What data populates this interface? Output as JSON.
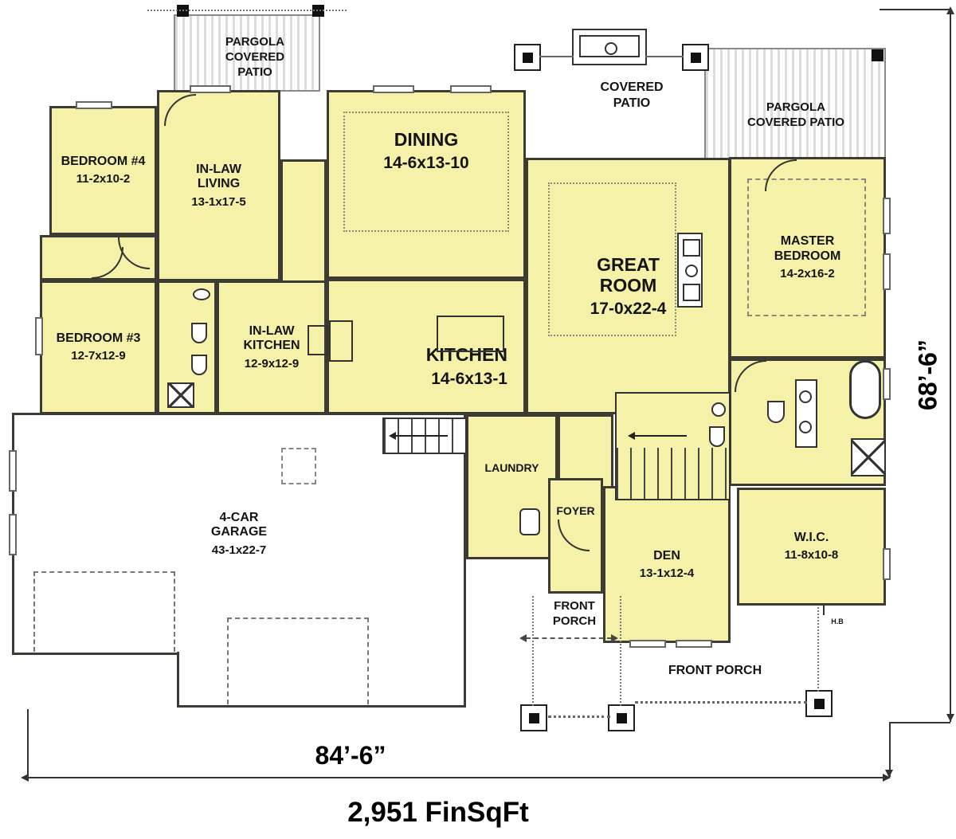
{
  "plan": {
    "rooms": [
      {
        "name": "BEDROOM #4",
        "dims": "11-2x10-2"
      },
      {
        "name": "IN-LAW LIVING",
        "dims": "13-1x17-5"
      },
      {
        "name": "DINING",
        "dims": "14-6x13-10"
      },
      {
        "name": "GREAT ROOM",
        "dims": "17-0x22-4"
      },
      {
        "name": "MASTER BEDROOM",
        "dims": "14-2x16-2"
      },
      {
        "name": "BEDROOM #3",
        "dims": "12-7x12-9"
      },
      {
        "name": "IN-LAW KITCHEN",
        "dims": "12-9x12-9"
      },
      {
        "name": "KITCHEN",
        "dims": "14-6x13-1"
      },
      {
        "name": "LAUNDRY"
      },
      {
        "name": "FOYER"
      },
      {
        "name": "4-CAR GARAGE",
        "dims": "43-1x22-7"
      },
      {
        "name": "DEN",
        "dims": "13-1x12-4"
      },
      {
        "name": "W.I.C.",
        "dims": "11-8x10-8"
      }
    ],
    "outdoor": {
      "pargola_left": "PARGOLA COVERED PATIO",
      "covered_patio": "COVERED PATIO",
      "pargola_right": "PARGOLA COVERED PATIO",
      "front_porch_small": "FRONT PORCH",
      "front_porch_main": "FRONT PORCH",
      "hose_bib": "H.B"
    },
    "dimensions": {
      "width": "84’-6”",
      "height": "68’-6”",
      "area": "2,951 FinSqFt"
    },
    "colors": {
      "room_fill": "#F5F1A8",
      "wall": "#3C3C34",
      "hatch": "#DCDCDC"
    }
  }
}
